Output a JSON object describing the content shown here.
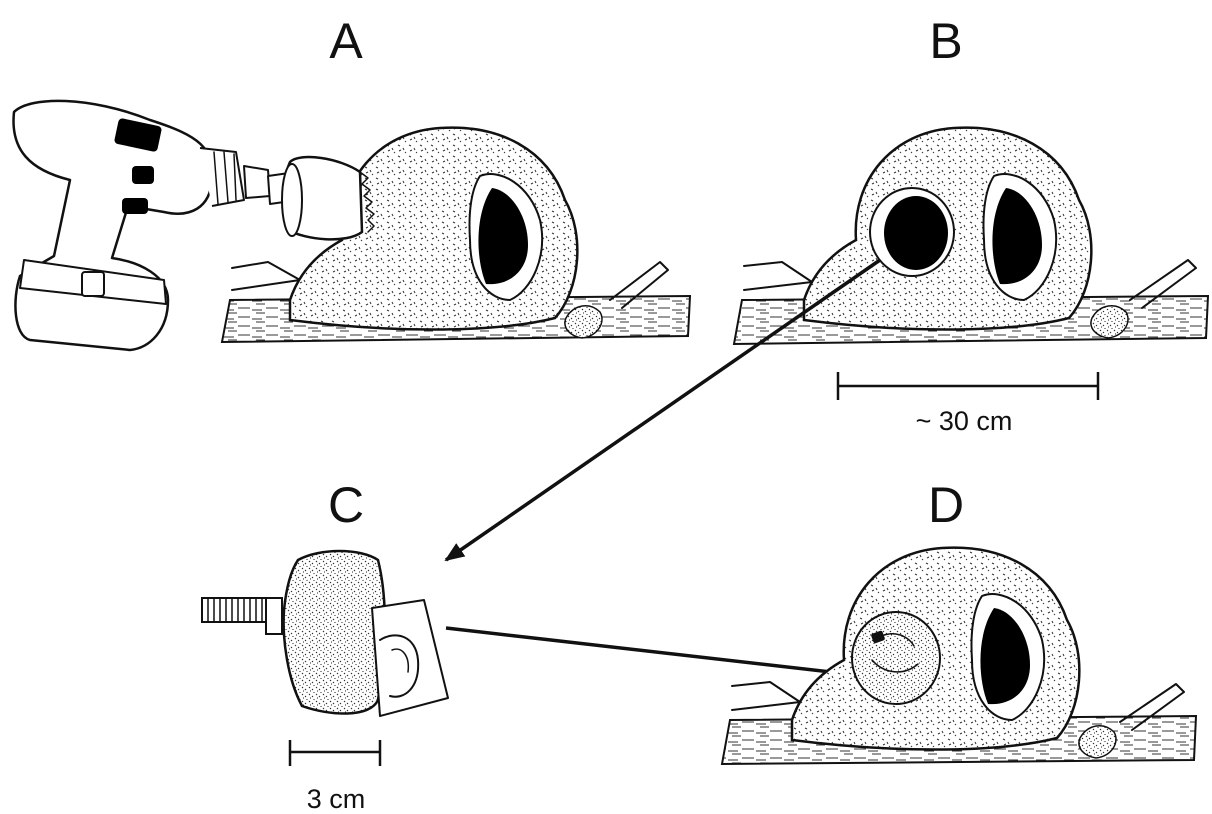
{
  "panels": {
    "a": {
      "letter": "A"
    },
    "b": {
      "letter": "B"
    },
    "c": {
      "letter": "C"
    },
    "d": {
      "letter": "D"
    }
  },
  "scale_bars": {
    "nest": {
      "label": "~ 30 cm"
    },
    "plug": {
      "label": "3 cm"
    }
  },
  "colors": {
    "ink": "#111111",
    "background": "#ffffff"
  },
  "icons": [
    "cordless-drill-icon",
    "hole-saw-icon",
    "nest-icon",
    "branch-icon",
    "bolt-icon",
    "arrow-icon"
  ]
}
